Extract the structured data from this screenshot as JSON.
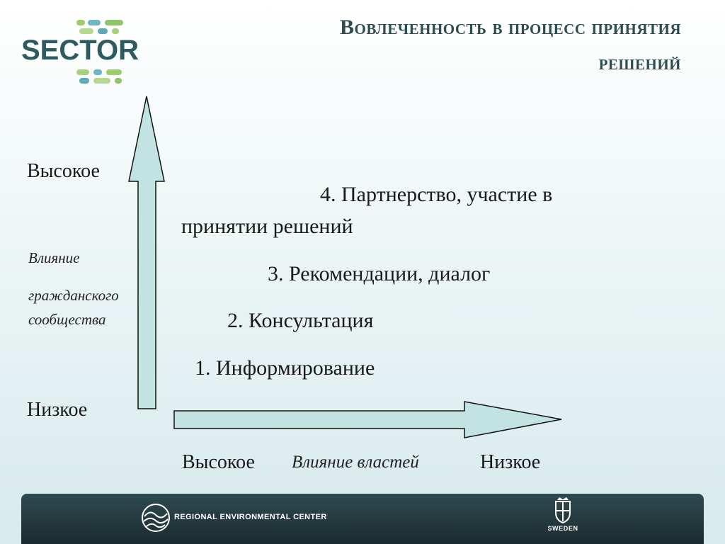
{
  "header": {
    "logo_text": "SECTOR",
    "title_line1": "Вовлеченность в процесс принятия",
    "title_line2": "решений"
  },
  "diagram": {
    "y_axis": {
      "high": "Высокое",
      "low": "Низкое",
      "label_line1": "Влияние",
      "label_line2": "гражданского",
      "label_line3": "сообщества"
    },
    "x_axis": {
      "high": "Высокое",
      "label": "Влияние властей",
      "low": "Низкое"
    },
    "steps": [
      {
        "line1": "4. Партнерство, участие в",
        "line2": "принятии решений"
      },
      {
        "line1": "3. Рекомендации, диалог"
      },
      {
        "line1": "2. Консультация"
      },
      {
        "line1": "1. Информирование"
      }
    ],
    "arrow_fill": "#c3e3e3"
  },
  "footer": {
    "org_name": "REGIONAL ENVIRONMENTAL CENTER",
    "country": "SWEDEN"
  }
}
